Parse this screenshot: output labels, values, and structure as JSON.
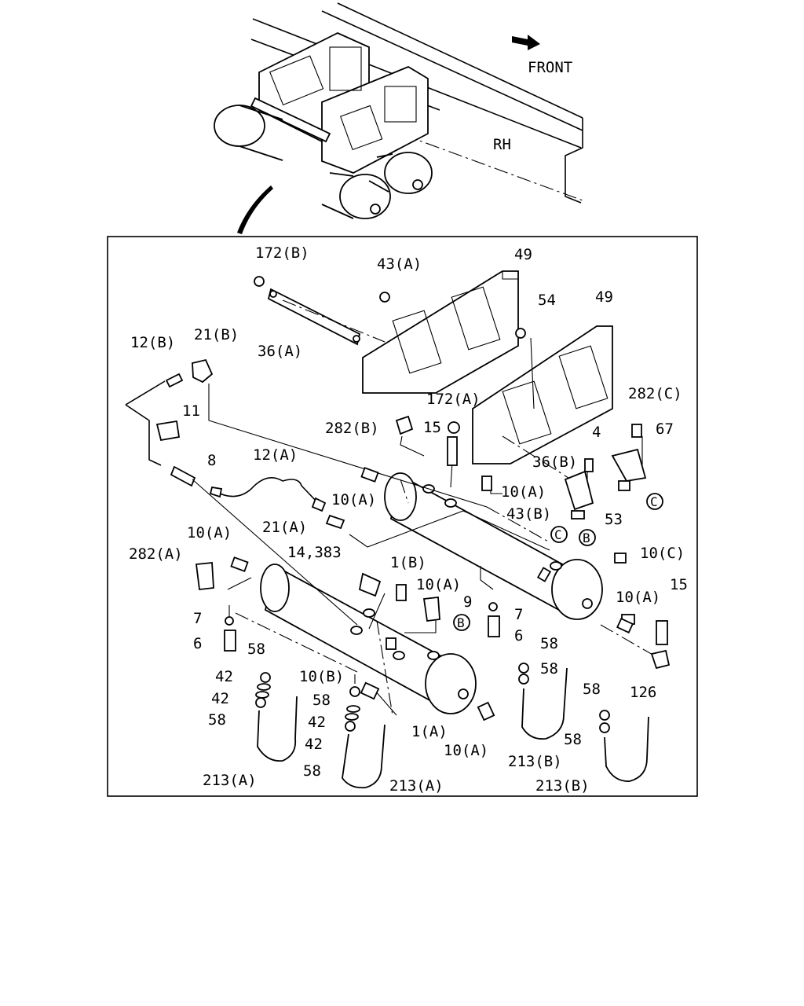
{
  "overview": {
    "front_label": "FRONT",
    "rh_label": "RH"
  },
  "callouts": {
    "c172b": "172(B)",
    "c43a": "43(A)",
    "c49a": "49",
    "c49b": "49",
    "c54": "54",
    "c36a": "36(A)",
    "c12b": "12(B)",
    "c21b": "21(B)",
    "c11": "11",
    "c8": "8",
    "c12a": "12(A)",
    "c172a": "172(A)",
    "c282b": "282(B)",
    "c15a": "15",
    "c282c": "282(C)",
    "c67": "67",
    "c4": "4",
    "c36b": "36(B)",
    "c10a_1": "10(A)",
    "c10a_2": "10(A)",
    "c43b": "43(B)",
    "c53": "53",
    "c21a": "21(A)",
    "c10a_3": "10(A)",
    "c282a": "282(A)",
    "c14383": "14,383",
    "c1b": "1(B)",
    "c10c": "10(C)",
    "c10a_4": "10(A)",
    "c10a_5": "10(A)",
    "c15b": "15",
    "c9": "9",
    "c7a": "7",
    "c7b": "7",
    "c6a": "6",
    "c6b": "6",
    "c58_1": "58",
    "c58_2": "58",
    "c58_3": "58",
    "c42_1": "42",
    "c42_2": "42",
    "c58_4": "58",
    "c10b": "10(B)",
    "c58_5": "58",
    "c42_3": "42",
    "c42_4": "42",
    "c58_6": "58",
    "c58_7": "58",
    "c58_8": "58",
    "c1a": "1(A)",
    "c10a_6": "10(A)",
    "c126": "126",
    "c213a_1": "213(A)",
    "c213a_2": "213(A)",
    "c213b_1": "213(B)",
    "c213b_2": "213(B)"
  },
  "ref_marks": {
    "b1": "B",
    "b2": "B",
    "c1": "C",
    "c2": "C"
  }
}
